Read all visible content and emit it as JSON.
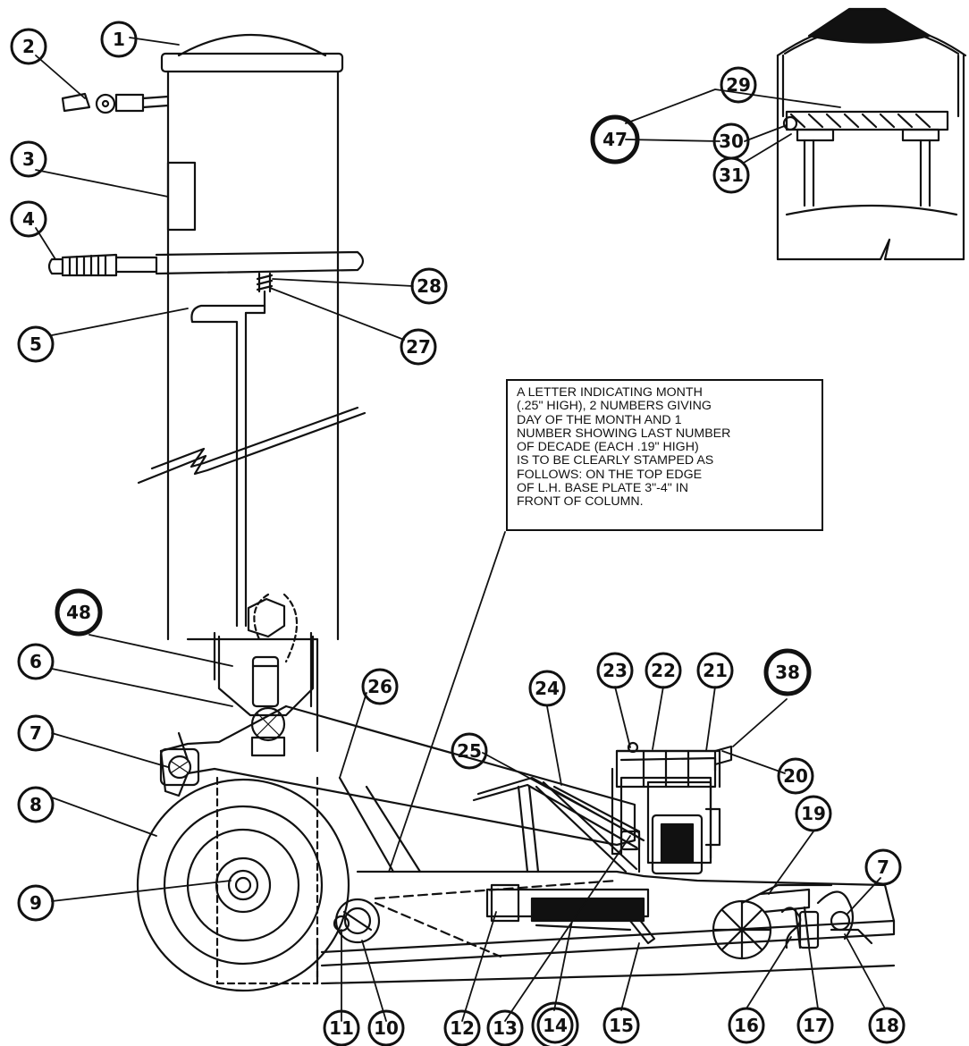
{
  "note": {
    "text": "A LETTER INDICATING MONTH\n(.25\" HIGH), 2 NUMBERS GIVING\nDAY OF THE MONTH AND 1\nNUMBER SHOWING LAST NUMBER\nOF DECADE (EACH .19\" HIGH)\nIS TO BE CLEARLY STAMPED AS\nFOLLOWS: ON THE TOP EDGE\nOF L.H. BASE PLATE 3\"-4\" IN\nFRONT OF COLUMN."
  },
  "callouts": {
    "c1": "1",
    "c2": "2",
    "c3": "3",
    "c4": "4",
    "c5": "5",
    "c6": "6",
    "c7a": "7",
    "c7b": "7",
    "c8": "8",
    "c9": "9",
    "c10": "10",
    "c11": "11",
    "c12": "12",
    "c13": "13",
    "c14": "14",
    "c15": "15",
    "c16": "16",
    "c17": "17",
    "c18": "18",
    "c19": "19",
    "c20": "20",
    "c21": "21",
    "c22": "22",
    "c23": "23",
    "c24": "24",
    "c25": "25",
    "c26": "26",
    "c27": "27",
    "c28": "28",
    "c29": "29",
    "c30": "30",
    "c31": "31",
    "c38": "38",
    "c47": "47",
    "c48": "48"
  },
  "colors": {
    "ink": "#111111",
    "paper": "#ffffff"
  }
}
